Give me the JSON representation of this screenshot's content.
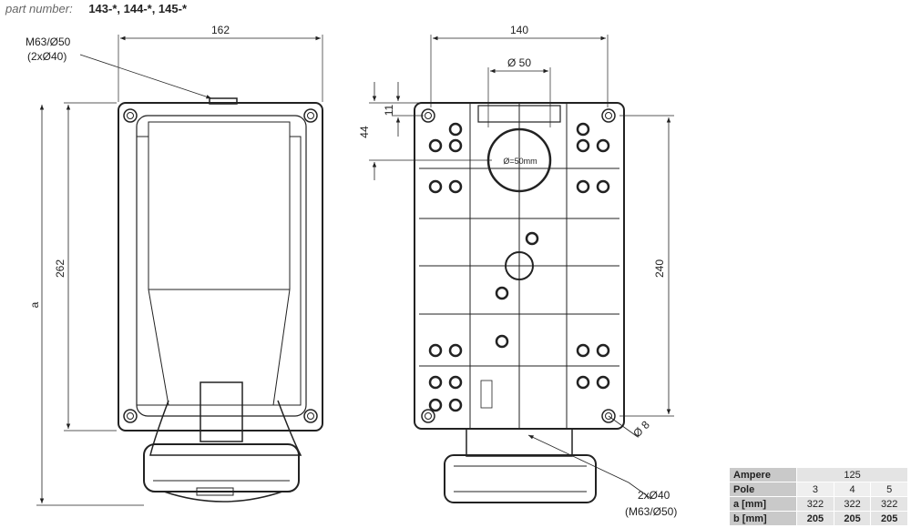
{
  "header": {
    "label": "part number:",
    "value": "143-*, 144-*, 145-*"
  },
  "dimensions": {
    "width_162": "162",
    "width_140": "140",
    "dia_50": "Ø 50",
    "dia_50mm": "Ø=50mm",
    "h_44": "44",
    "h_11": "11",
    "h_262": "262",
    "h_240": "240",
    "h_a": "a",
    "dia_8": "Ø 8",
    "entry_left_line1": "M63/Ø50",
    "entry_left_line2": "(2xØ40)",
    "entry_right_line1": "2xØ40",
    "entry_right_line2": "(M63/Ø50)"
  },
  "spec_table": {
    "rows": [
      [
        "Ampere",
        "125"
      ],
      [
        "Pole",
        "3",
        "4",
        "5"
      ],
      [
        "a [mm]",
        "322",
        "322",
        "322"
      ],
      [
        "b [mm]",
        "205",
        "205",
        "205"
      ]
    ]
  }
}
